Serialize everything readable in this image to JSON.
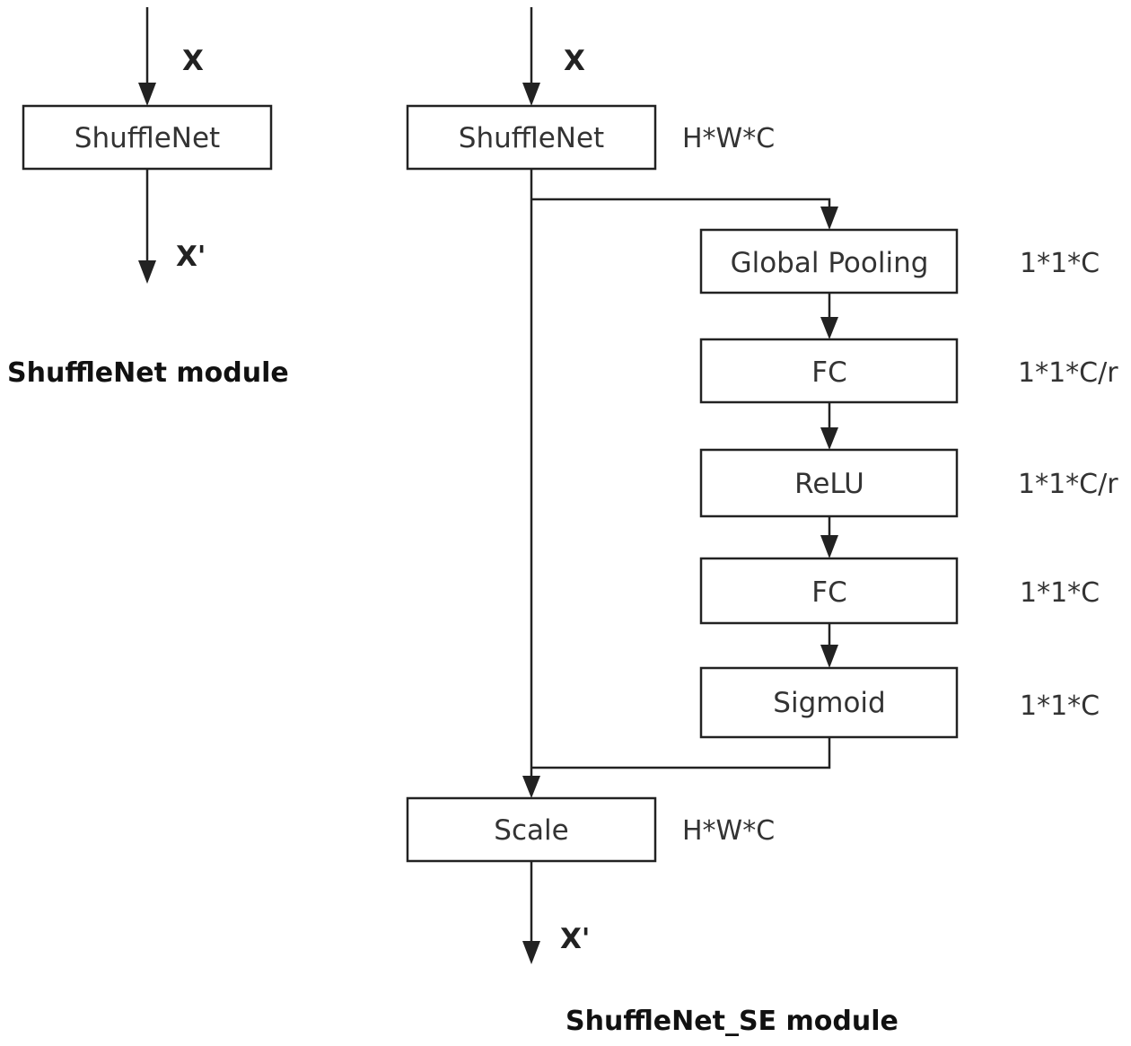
{
  "left_module": {
    "input_label": "X",
    "block_label": "ShuffleNet",
    "output_label": "X'",
    "caption": "ShuffleNet module"
  },
  "right_module": {
    "input_label": "X",
    "shufflenet_label": "ShuffleNet",
    "shufflenet_dim": "H*W*C",
    "global_pooling_label": "Global Pooling",
    "global_pooling_dim": "1*1*C",
    "fc1_label": "FC",
    "fc1_dim": "1*1*C/r",
    "relu_label": "ReLU",
    "relu_dim": "1*1*C/r",
    "fc2_label": "FC",
    "fc2_dim": "1*1*C",
    "sigmoid_label": "Sigmoid",
    "sigmoid_dim": "1*1*C",
    "scale_label": "Scale",
    "scale_dim": "H*W*C",
    "output_label": "X'",
    "caption": "ShuffleNet_SE module"
  }
}
